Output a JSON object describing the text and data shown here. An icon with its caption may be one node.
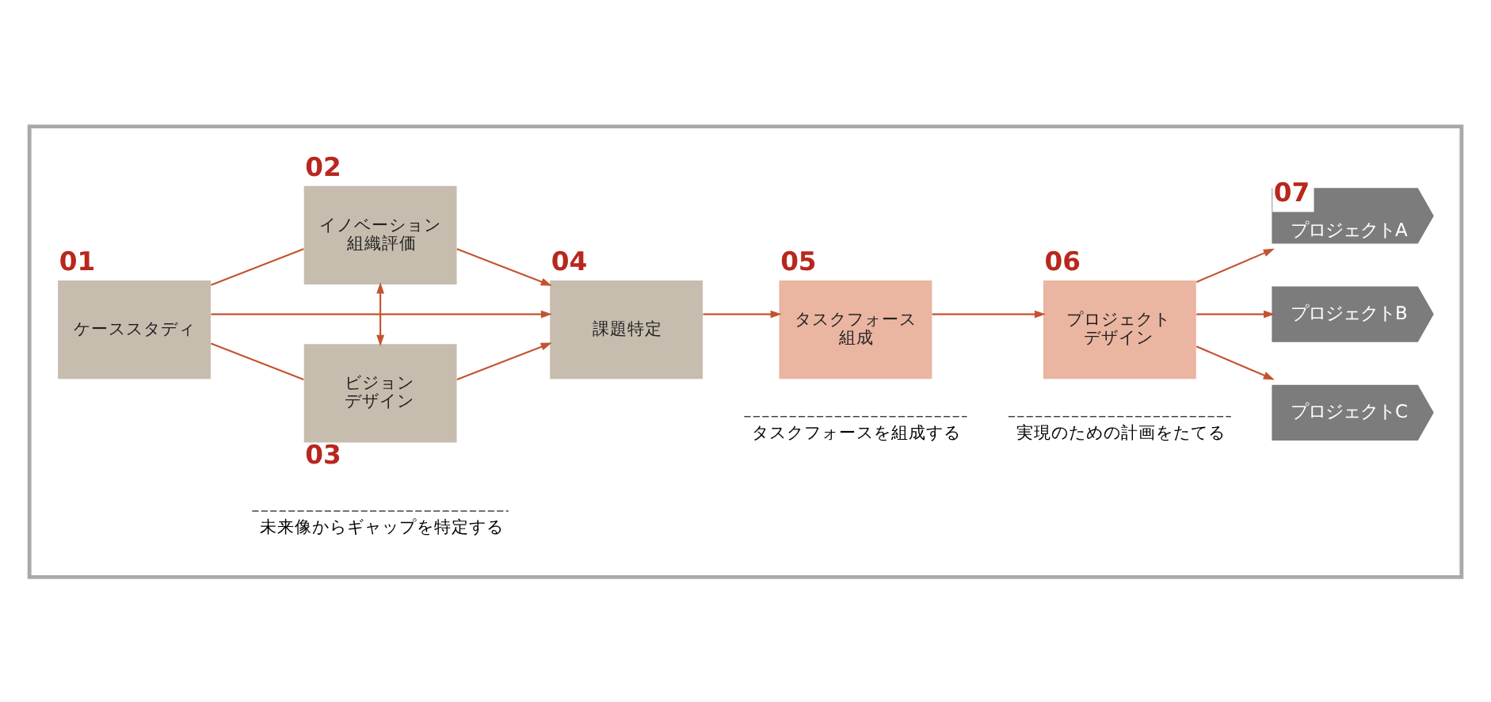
{
  "diagram": {
    "nodes": [
      {
        "text": [],
        "shape": "box"
      },
      {
        "text": [
          "01",
          "ケーススタディ"
        ],
        "in": 0
      },
      {
        "text": [
          "02",
          "イノベーション組織評価"
        ],
        "in": 0
      },
      {
        "text": [
          "ビジョンデザイン",
          "03"
        ],
        "in": 0
      },
      {
        "text": [
          "04",
          "課題特定"
        ],
        "in": 0
      },
      {
        "text": [
          "05",
          "タスクフォース組成"
        ],
        "in": 0
      },
      {
        "text": [
          "06",
          "プロジェクトデザイン"
        ],
        "in": 0
      },
      {
        "text": [
          "07",
          "プロジェクトA"
        ],
        "in": 0
      },
      {
        "text": [
          "プロジェクトB"
        ],
        "in": 0
      },
      {
        "text": [
          "プロジェクトC"
        ],
        "in": 0
      }
    ],
    "edges": [
      {
        "from": 1,
        "to": 3,
        "arrow": "none"
      },
      {
        "from": 1,
        "to": 4,
        "arrow": "to"
      },
      {
        "from": 1,
        "to": 2,
        "arrow": "none"
      },
      {
        "from": 3,
        "to": 2,
        "arrow": "both"
      },
      {
        "from": 2,
        "to": 4,
        "arrow": "to"
      },
      {
        "from": 3,
        "to": 4,
        "arrow": "to"
      },
      {
        "from": 4,
        "to": 5,
        "arrow": "to"
      },
      {
        "from": 5,
        "to": 6,
        "arrow": "to"
      },
      {
        "from": 6,
        "to": 7,
        "arrow": "to"
      },
      {
        "from": 6,
        "to": 8,
        "arrow": "to"
      },
      {
        "from": 6,
        "to": 9,
        "arrow": "to"
      }
    ],
    "labels": [
      "未来像からギャップを特定する",
      "タスクフォースを組成する",
      "実現のための計画をたてる"
    ]
  }
}
